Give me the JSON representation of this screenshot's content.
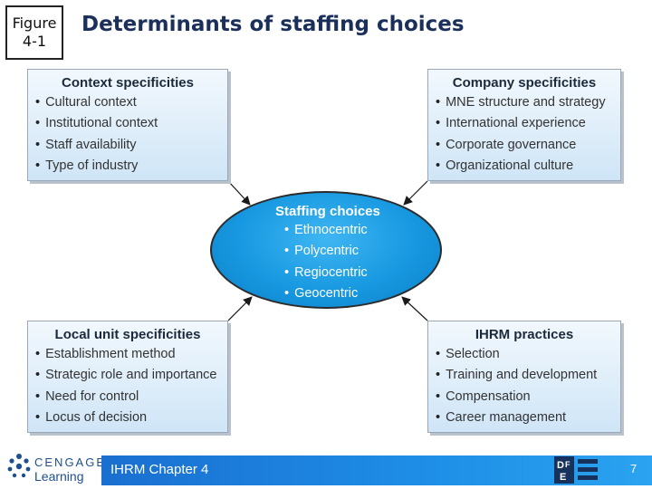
{
  "figure_label": {
    "line1": "Figure",
    "line2": "4-1"
  },
  "title": "Determinants of staffing choices",
  "boxes": {
    "context": {
      "heading": "Context specificities",
      "items": [
        "Cultural context",
        "Institutional context",
        "Staff availability",
        "Type of industry"
      ]
    },
    "company": {
      "heading": "Company specificities",
      "items": [
        "MNE structure and strategy",
        "International experience",
        "Corporate governance",
        "Organizational culture"
      ]
    },
    "local": {
      "heading": "Local unit specificities",
      "items": [
        "Establishment method",
        "Strategic role and importance",
        "Need for control",
        "Locus of decision"
      ]
    },
    "ihrm": {
      "heading": "IHRM practices",
      "items": [
        "Selection",
        "Training and development",
        "Compensation",
        "Career management"
      ]
    }
  },
  "center": {
    "heading": "Staffing choices",
    "items": [
      "Ethnocentric",
      "Polycentric",
      "Regiocentric",
      "Geocentric"
    ]
  },
  "footer": {
    "logo_line1": "CENGAGE",
    "logo_line2": "Learning",
    "label": "IHRM Chapter 4",
    "page": "7",
    "df_letters": [
      "D",
      "F",
      "E"
    ]
  },
  "colors": {
    "title": "#1a2f5a",
    "ellipse": "#1798e0",
    "footer": "#1e8fe6",
    "box_bg": "#cfe5f7"
  }
}
